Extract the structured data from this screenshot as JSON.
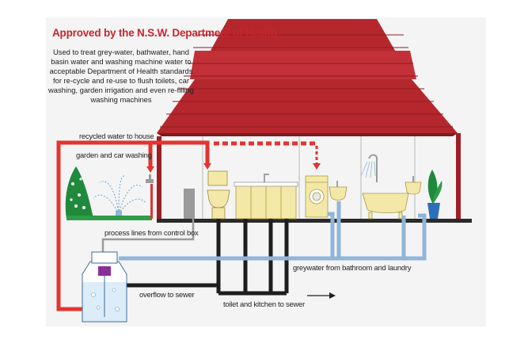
{
  "heading": "Approved by the N.S.W. Department of Health",
  "description": "Used to treat grey-water, bathwater, hand basin water and washing machine water to acceptable Department of Health standards for re-cycle and re-use to flush toilets, car washing, garden irrigation and even re-filling washing machines",
  "labels": {
    "recycled_to_house": "recycled water to house",
    "garden_car": "garden and car washing",
    "process_lines": "process lines from control box",
    "greywater": "greywater from bathroom and laundry",
    "overflow": "overflow to sewer",
    "toilet_kitchen": "toilet and kitchen to sewer"
  },
  "colors": {
    "roof": "#b5272d",
    "recycled_pipe": "#e3342f",
    "greywater_pipe": "#8fb6d8",
    "sewer_pipe": "#1e1e1e",
    "process_line": "#9a9a9a",
    "title_red": "#c8242b"
  }
}
